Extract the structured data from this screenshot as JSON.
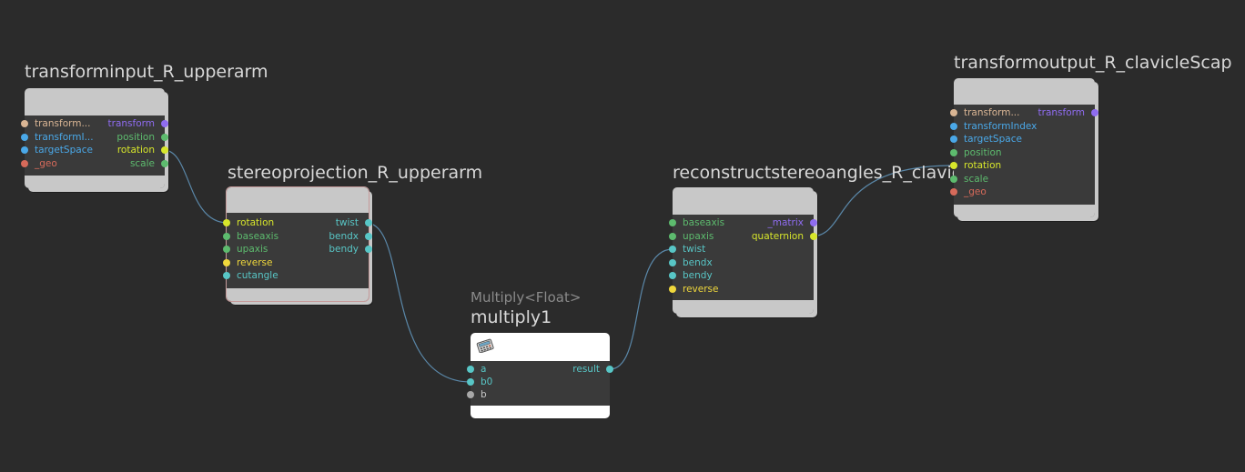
{
  "colors": {
    "background": "#2b2b2b",
    "node_body": "#3a3a3a",
    "node_bar": "#c8c8c8",
    "wire": "#5a87a8",
    "tan": "#d9b594",
    "blue": "#4aa8e8",
    "green": "#5dbb6e",
    "yellow_green": "#d7e62b",
    "red": "#d66a5a",
    "purple": "#8f6cf0",
    "cyan": "#58c6c6",
    "yellow": "#f0d83c",
    "grey": "#a8a8a8"
  },
  "nodes": {
    "transforminput": {
      "title": "transforminput_R_upperarm",
      "inputs": [
        {
          "label": "transform...",
          "color": "tan"
        },
        {
          "label": "transformI...",
          "color": "blue"
        },
        {
          "label": "targetSpace",
          "color": "blue"
        },
        {
          "label": "_geo",
          "color": "red"
        }
      ],
      "outputs": [
        {
          "label": "transform",
          "color": "purple"
        },
        {
          "label": "position",
          "color": "green"
        },
        {
          "label": "rotation",
          "color": "yellow_green"
        },
        {
          "label": "scale",
          "color": "green"
        }
      ]
    },
    "stereoprojection": {
      "title": "stereoprojection_R_upperarm",
      "inputs": [
        {
          "label": "rotation",
          "color": "yellow_green"
        },
        {
          "label": "baseaxis",
          "color": "green"
        },
        {
          "label": "upaxis",
          "color": "green"
        },
        {
          "label": "reverse",
          "color": "yellow"
        },
        {
          "label": "cutangle",
          "color": "cyan"
        }
      ],
      "outputs": [
        {
          "label": "twist",
          "color": "cyan"
        },
        {
          "label": "bendx",
          "color": "cyan"
        },
        {
          "label": "bendy",
          "color": "cyan"
        }
      ]
    },
    "multiply": {
      "subtitle": "Multiply<Float>",
      "title": "multiply1",
      "icon": "calculator-icon",
      "inputs": [
        {
          "label": "a",
          "color": "cyan"
        },
        {
          "label": "b0",
          "color": "cyan"
        },
        {
          "label": "b",
          "color": "grey"
        }
      ],
      "outputs": [
        {
          "label": "result",
          "color": "cyan"
        }
      ]
    },
    "reconstruct": {
      "title": "reconstructstereoangles_R_clavicleScap",
      "inputs": [
        {
          "label": "baseaxis",
          "color": "green"
        },
        {
          "label": "upaxis",
          "color": "green"
        },
        {
          "label": "twist",
          "color": "cyan"
        },
        {
          "label": "bendx",
          "color": "cyan"
        },
        {
          "label": "bendy",
          "color": "cyan"
        },
        {
          "label": "reverse",
          "color": "yellow"
        }
      ],
      "outputs": [
        {
          "label": "_matrix",
          "color": "purple"
        },
        {
          "label": "quaternion",
          "color": "yellow_green"
        }
      ]
    },
    "transformoutput": {
      "title": "transformoutput_R_clavicleScap",
      "inputs": [
        {
          "label": "transform...",
          "color": "tan"
        },
        {
          "label": "transformIndex",
          "color": "blue"
        },
        {
          "label": "targetSpace",
          "color": "blue"
        },
        {
          "label": "position",
          "color": "green"
        },
        {
          "label": "rotation",
          "color": "yellow_green"
        },
        {
          "label": "scale",
          "color": "green"
        },
        {
          "label": "_geo",
          "color": "red"
        }
      ],
      "outputs": [
        {
          "label": "transform",
          "color": "purple"
        }
      ]
    }
  }
}
